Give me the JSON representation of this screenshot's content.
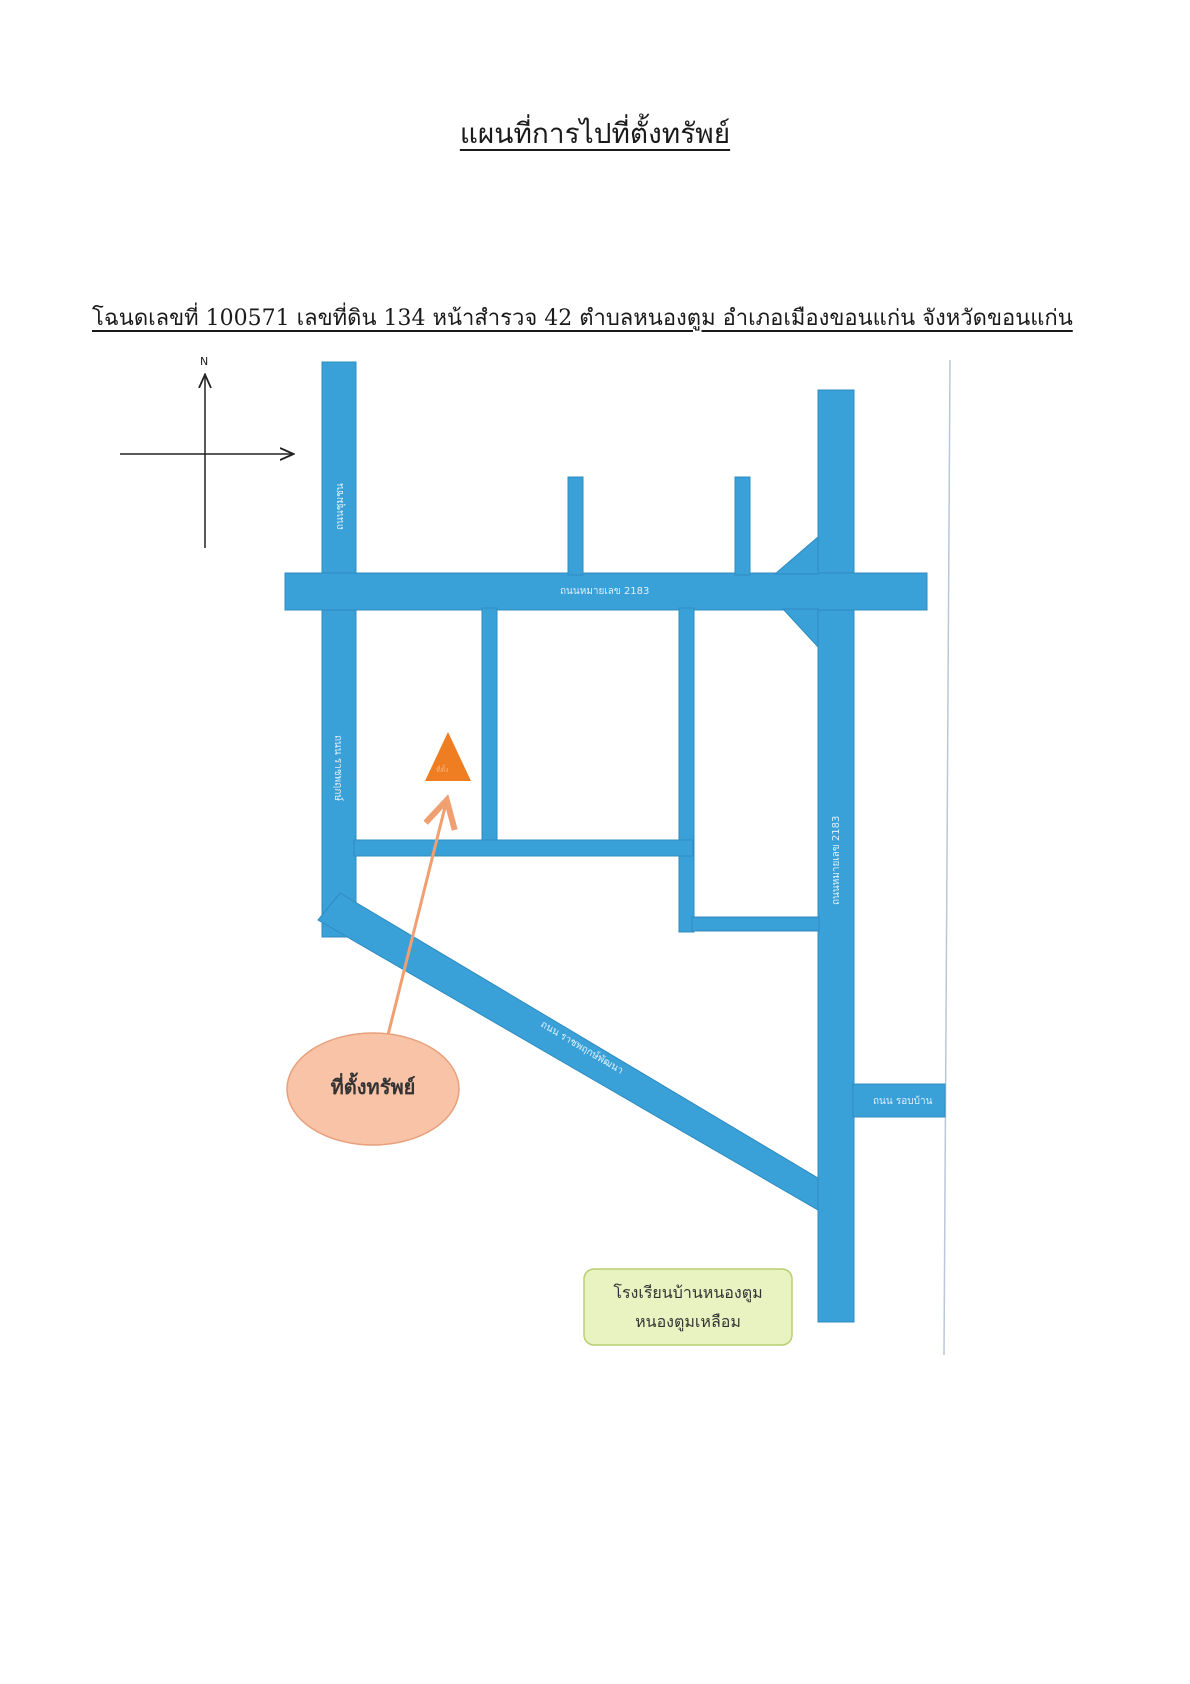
{
  "title": "แผนที่การไปที่ตั้งทรัพย์",
  "deed_line": "โฉนดเลขที่ 100571 เลขที่ดิน 134  หน้าสำรวจ 42  ตำบลหนองตูม   อำเภอเมืองขอนแก่น     จังหวัดขอนแก่น",
  "compass": {
    "north_label": "N"
  },
  "roads": {
    "highway_horizontal": "ถนนหมายเลข 2183",
    "highway_vertical": "ถนนหมายเลข 2183",
    "left_top": "ถนนชุมชน",
    "left_lower": "ถนน ราชพฤกษ์",
    "diagonal": "ถนน ราชพฤกษ์พัฒนา",
    "ring_road": "ถนน รอบบ้าน"
  },
  "property": {
    "marker_label": "ที่ตั้ง",
    "callout_label": "ที่ตั้งทรัพย์"
  },
  "school": {
    "line1": "โรงเรียนบ้านหนองตูม",
    "line2": "หนองตูมเหลือม"
  },
  "colors": {
    "road": "#3aa0d8",
    "road_edge": "#2f8cc0",
    "marker": "#ef7d22",
    "callout_fill": "#f8c3a6",
    "callout_stroke": "#e8a07c",
    "arrow": "#f0a070",
    "school_fill": "#e9f3c2",
    "school_stroke": "#b7cf6e",
    "boundary_line": "#b9c7d9"
  }
}
